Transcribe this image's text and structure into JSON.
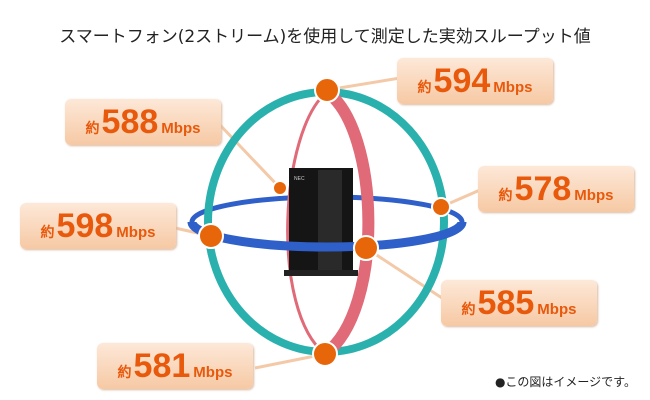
{
  "title": "スマートフォン(2ストリーム)を使用して測定した実効スループット値",
  "prefix": "約",
  "unit": "Mbps",
  "callouts": [
    {
      "value": "594"
    },
    {
      "value": "588"
    },
    {
      "value": "578"
    },
    {
      "value": "598"
    },
    {
      "value": "585"
    },
    {
      "value": "581"
    }
  ],
  "router_brand": "NEC",
  "note": "●この図はイメージです。",
  "colors": {
    "teal": "#2bb1ad",
    "pink": "#e06a78",
    "blue": "#2f5fc8",
    "dot": "#e8660a"
  }
}
